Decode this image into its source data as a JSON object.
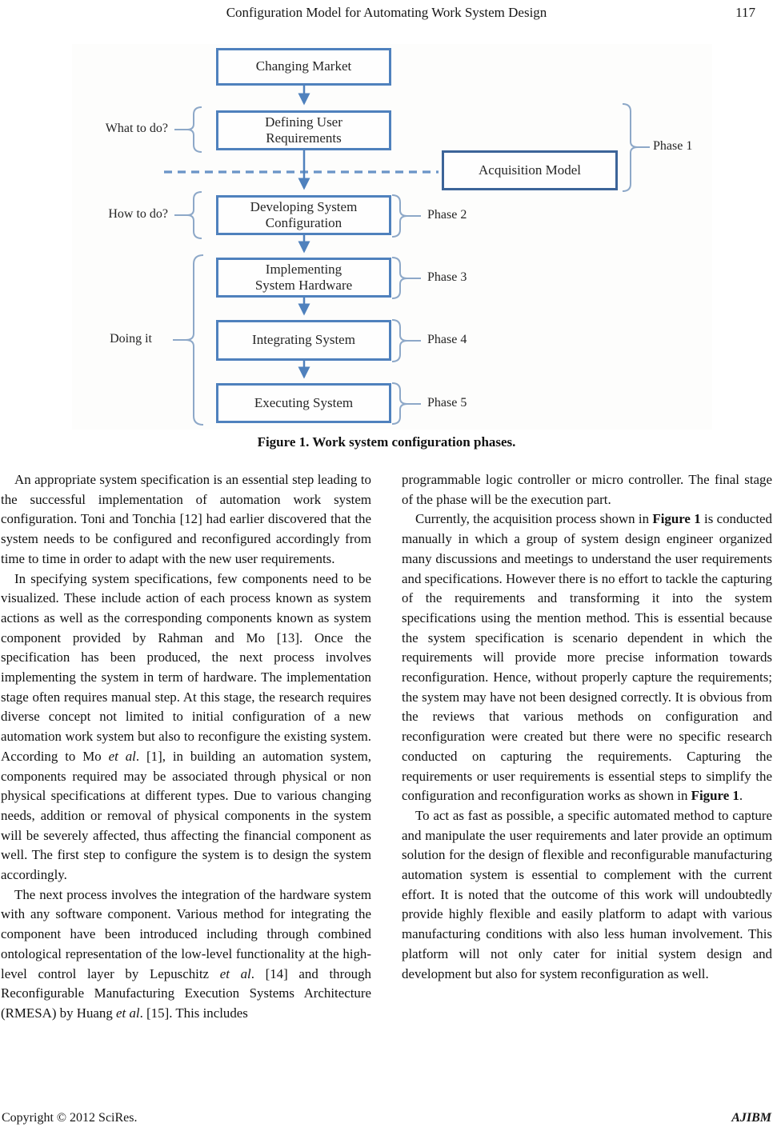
{
  "header": {
    "title": "Configuration Model for Automating Work System Design",
    "page_number": "117"
  },
  "figure": {
    "caption": "Figure 1. Work system configuration phases.",
    "boxes": {
      "changing_market": "Changing Market",
      "defining_user": "Defining User\nRequirements",
      "acquisition_model": "Acquisition Model",
      "developing_system": "Developing System\nConfiguration",
      "implementing_hardware": "Implementing\nSystem Hardware",
      "integrating_system": "Integrating System",
      "executing_system": "Executing System"
    },
    "labels": {
      "what_to_do": "What to do?",
      "how_to_do": "How to do?",
      "doing_it": "Doing it",
      "phase1": "Phase 1",
      "phase2": "Phase 2",
      "phase3": "Phase 3",
      "phase4": "Phase 4",
      "phase5": "Phase 5"
    },
    "colors": {
      "box_border": "#4f81bd",
      "acquisition_border": "#3c6499",
      "arrow": "#4f81bd",
      "brace": "#8da8c8"
    }
  },
  "article": {
    "columns": [
      {
        "paragraphs": [
          {
            "indent": true,
            "segments": [
              {
                "text": "An appropriate system specification is an essential step leading to the successful implementation of automation work system configuration. Toni and Tonchia [12] had earlier discovered that the system needs to be configured and reconfigured accordingly from time to time in order to adapt with the new user requirements."
              }
            ]
          },
          {
            "indent": true,
            "segments": [
              {
                "text": "In specifying system specifications, few components need to be visualized. These include action of each process known as system actions as well as the corresponding components known as system component provided by Rahman and Mo [13]. Once the specification has been produced, the next process involves implementing the system in term of hardware. The implementation stage often requires manual step. At this stage, the research requires diverse concept not limited to initial configuration of a new automation work system but also to reconfigure the existing system. According to Mo "
              },
              {
                "text": "et al",
                "style": "italic"
              },
              {
                "text": ". [1], in building an automation system, components required may be associated through physical or non physical specifications at different types. Due to various changing needs, addition or removal of physical components in the system will be severely affected, thus affecting the financial component as well. The first step to configure the system is to design the system accordingly."
              }
            ]
          },
          {
            "indent": true,
            "segments": [
              {
                "text": "The next process involves the integration of the hardware system with any software component. Various method for integrating the component have been introduced including through combined ontological representation of the low-level functionality at the high-level control layer by Lepuschitz "
              },
              {
                "text": "et al",
                "style": "italic"
              },
              {
                "text": ". [14] and through Reconfigurable Manufacturing Execution Systems Architecture (RMESA) by Huang "
              },
              {
                "text": "et al",
                "style": "italic"
              },
              {
                "text": ". [15]. This includes"
              }
            ]
          }
        ]
      },
      {
        "paragraphs": [
          {
            "indent": false,
            "segments": [
              {
                "text": "programmable logic controller or micro controller. The final stage of the phase will be the execution part."
              }
            ]
          },
          {
            "indent": true,
            "segments": [
              {
                "text": "Currently, the acquisition process shown in "
              },
              {
                "text": "Figure 1",
                "style": "bold"
              },
              {
                "text": " is conducted manually in which a group of system design engineer organized many discussions and meetings to understand the user requirements and specifications. However there is no effort to tackle the capturing of the requirements and transforming it into the system specifications using the mention method. This is essential because the system specification is scenario dependent in which the requirements will provide more precise information towards reconfiguration. Hence, without properly capture the requirements; the system may have not been designed correctly. It is obvious from the reviews that various methods on configuration and reconfiguration were created but there were no specific research conducted on capturing the requirements. Capturing the requirements or user requirements is essential steps to simplify the configuration and reconfiguration works as shown in "
              },
              {
                "text": "Figure 1",
                "style": "bold"
              },
              {
                "text": "."
              }
            ]
          },
          {
            "indent": true,
            "segments": [
              {
                "text": "To act as fast as possible, a specific automated method to capture and manipulate the user requirements and later provide an optimum solution for the design of flexible and reconfigurable manufacturing automation system is essential to complement with the current effort. It is noted that the outcome of this work will undoubtedly provide highly flexible and easily platform to adapt with various manufacturing conditions with also less human involvement. This platform will not only cater for initial system design and development but also for system reconfiguration as well."
              }
            ]
          }
        ]
      }
    ]
  },
  "footer": {
    "copyright": "Copyright © 2012 SciRes.",
    "journal": "AJIBM"
  }
}
